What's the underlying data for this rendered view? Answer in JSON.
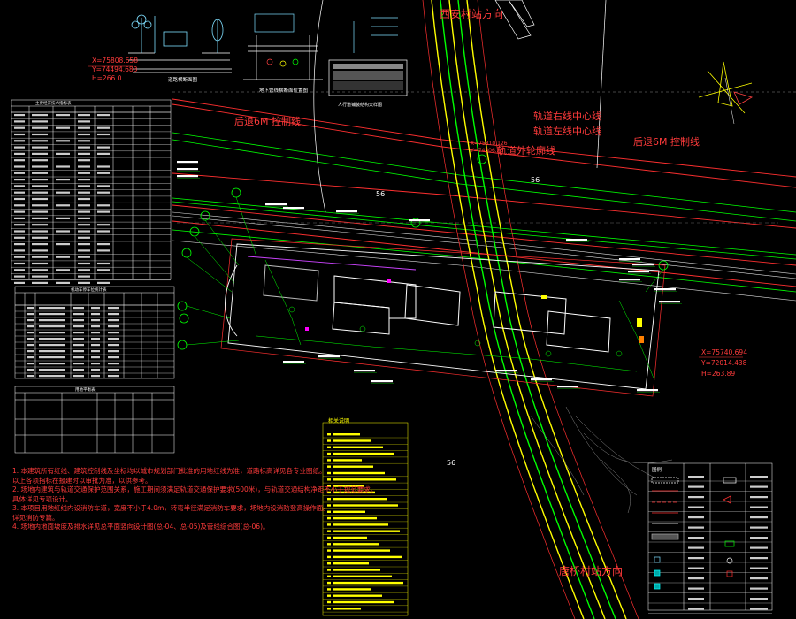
{
  "drawing": {
    "top_direction": "西安村站方向",
    "bottom_direction": "唐桥村站方向",
    "left_control_line": "后退6M 控制线",
    "right_control_line": "后退6M 控制线",
    "track_right_center": "轨道右线中心线",
    "track_left_center": "轨道左线中心线",
    "track_outer_edge": "轨道外轮廓线",
    "coord_top_left": [
      "X=75808.658",
      "Y=74494.683",
      "H=266.0"
    ],
    "coord_top_mid": [
      "X=75810.126",
      "Y=74506.23"
    ],
    "coord_right": [
      "X=75740.694",
      "Y=72014.438",
      "H=263.89"
    ],
    "contour_labels": [
      "56",
      "56",
      "56"
    ],
    "section_titles": [
      "道路横断面图",
      "地下管线横断面位置图",
      "人行道铺装结构大样图"
    ],
    "table_titles": [
      "主要经济技术指标表",
      "机动车停车位统计表",
      "用地平衡表"
    ],
    "spec_title": "相关说明",
    "legend_title": "图例",
    "notes": [
      "1. 本建筑所有红线、建筑控制线及坐标均以城市规划部门批准的用地红线为准，道路标高详见各专业图纸。",
      "   以上各项指标在报建时以审批为准，以供参考。",
      "2. 场地内建筑与轨道交通保护范围关系，施工期间须满足轨道交通保护要求(500米)，与轨道交通结构净距不小于规范要求。",
      "   具体详见专项设计。",
      "3. 本项目用地红线内设消防车道，宽度不小于4.0m，转弯半径满足消防车要求，场地内设消防登高操作面。",
      "   详见消防专篇。",
      "4. 场地内地面坡度及排水详见总平面竖向设计图(总-04、总-05)及管线综合图(总-06)。"
    ]
  }
}
